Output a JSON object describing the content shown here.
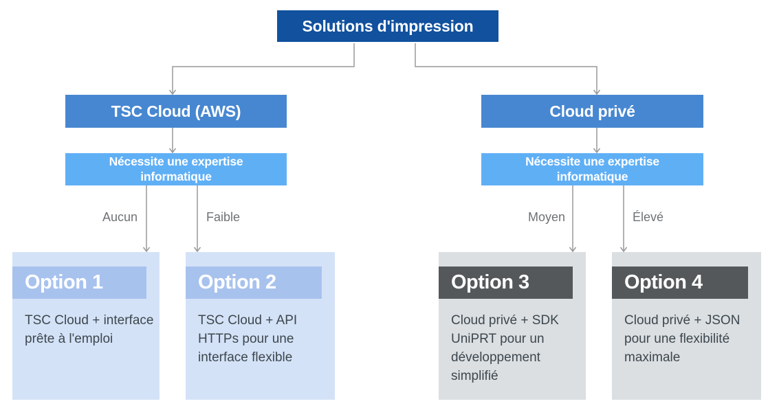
{
  "diagram": {
    "root_label": "Solutions d'impression",
    "left_branch": {
      "node_label": "TSC Cloud (AWS)",
      "expertise_label": "Nécessite une expertise informatique",
      "level_labels": [
        "Aucun",
        "Faible"
      ]
    },
    "right_branch": {
      "node_label": "Cloud privé",
      "expertise_label": "Nécessite une expertise informatique",
      "level_labels": [
        "Moyen",
        "Élevé"
      ]
    },
    "options": [
      {
        "title": "Option 1",
        "description": "TSC Cloud + interface prête à l'emploi",
        "theme": "blue"
      },
      {
        "title": "Option 2",
        "description": "TSC Cloud + API HTTPs pour une interface flexible",
        "theme": "blue"
      },
      {
        "title": "Option 3",
        "description": "Cloud privé + SDK UniPRT pour un développement simplifié",
        "theme": "gray"
      },
      {
        "title": "Option 4",
        "description": "Cloud privé + JSON pour une flexibilité maximale",
        "theme": "gray"
      }
    ],
    "colors": {
      "root_box": "#11519E",
      "node_box": "#4787D1",
      "expertise_box": "#5FAFF5",
      "option_blue_bg": "#D4E2F7",
      "option_blue_header": "#A8C2EE",
      "option_gray_bg": "#DBDFE2",
      "option_gray_header": "#54585A",
      "connector": "#999999",
      "level_label_text": "#6E7276",
      "body_text": "#3D474E"
    }
  }
}
